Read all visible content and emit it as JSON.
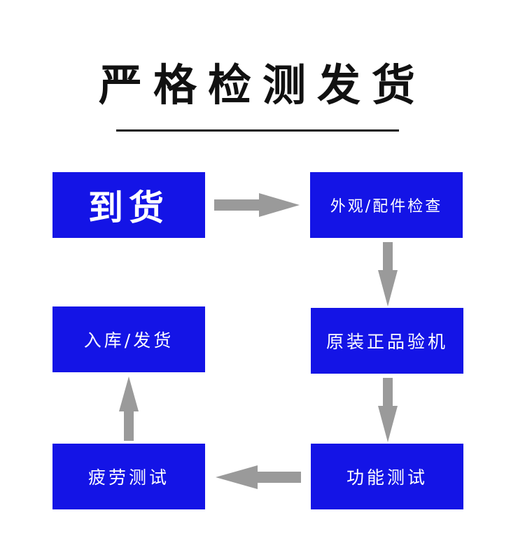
{
  "title": "严格检测发货",
  "colors": {
    "box_fill": "#1414E6",
    "box_text": "#FFFFFF",
    "arrow": "#9A9A9A",
    "title": "#111111"
  },
  "steps": {
    "arrival": "到货",
    "appearance_check": "外观/配件检查",
    "genuine_check": "原装正品验机",
    "stock_ship": "入库/发货",
    "function_test": "功能测试",
    "fatigue_test": "疲劳测试"
  },
  "flow": [
    [
      "arrival",
      "appearance_check"
    ],
    [
      "appearance_check",
      "genuine_check"
    ],
    [
      "genuine_check",
      "function_test"
    ],
    [
      "function_test",
      "fatigue_test"
    ],
    [
      "fatigue_test",
      "stock_ship"
    ]
  ]
}
